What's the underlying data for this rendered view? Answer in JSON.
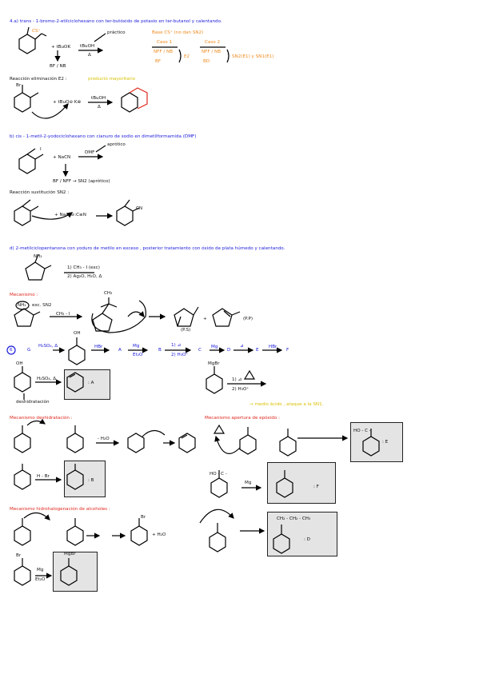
{
  "part_a": {
    "title": "4.a) trans - 1-bromo-2-etilciclohexano con ter-butóxido de potasio en ter-butanol y calentando.",
    "cs_label": "CS⁺",
    "reagent": "+ tBuOK",
    "arrow_reagent": "tBuOH",
    "arrow_delta": "Δ",
    "product_label": "práctico",
    "below_label": "BF / NB",
    "caso1": "Caso 1",
    "caso2": "Caso 2",
    "caso_header": "Base CS⁺ (no dan SN2)",
    "c1_top": "NFF / NB",
    "c1_bot": "BF",
    "c1_result": "E2",
    "c2_top": "NFF / NB",
    "c2_bot": "BD",
    "c2_result": "SN2(E1) y SN1(E1)",
    "mech_title": "Reacción eliminación E2 :",
    "mech_note": "producto mayoritario",
    "mech_br": "Br",
    "mech_reagent": "+ tBuO⊖ K⊕",
    "mech_arrow": "tBuOH",
    "mech_delta": "Δ"
  },
  "part_b": {
    "title": "b) cis - 1-metil-2-yodociclohexano con cianuro de sodio en dimetilformamida (DMF)",
    "iodo": "I",
    "reagent": "+ NaCN",
    "arrow_reagent": "DMF",
    "product_label": "aprótico",
    "below_label": "BF / NFF → SN2 (aprótico)",
    "mech_title": "Reacción sustitución SN2 :",
    "mech_reagent": "+ Na⊕ ⊖:C≡N",
    "mech_product": "CN"
  },
  "part_d": {
    "title": "d) 2-metilciclopentanona con yoduro de metilo en exceso , posterior tratamiento con óxido de plata húmedo y calentando.",
    "substituent": "NH₂",
    "step1": "1) CH₃ - I (exc)",
    "step2": "2) Ag₂O, H₂O, Δ",
    "mech_title": "Mecanismo :",
    "nh2_label": "NH₂",
    "methyl_label": "exc. SN2",
    "mech_reagent": "CH₃ - I",
    "product1_label": "(P.S)",
    "product2_label": "(P.P)",
    "ch3_label": "CH₃",
    "plus": "+"
  },
  "part_c": {
    "number": "6",
    "seq_A": "A",
    "seq_B": "B",
    "seq_C": "C",
    "seq_D": "D",
    "seq_E": "E",
    "seq_F": "F",
    "seq_G": "G",
    "r1": "H₂SO₄, Δ",
    "r2": "HBr",
    "r3": "Mg",
    "r3b": "Et₂O",
    "r4": "1) ⊿",
    "r4b": "2) H₃O⁺",
    "r5": "Mg",
    "r6": "⊿",
    "r7": "HBr",
    "oh_label": "OH",
    "dehydration_label": "deshidratación",
    "dehydration_reagent": "H₂SO₄, Δ",
    "result_A": ": A",
    "grignard_label": "MgBr",
    "grignard_r1": "1) ⊿",
    "grignard_r2": "2) H₃O⁺",
    "grignard_note": "→ medio ácido , ataque a la SN1.",
    "mech_dehyd_title": "Mecanismo deshidratación :",
    "mech_epox_title": "Mecanismo apertura de epóxido :",
    "h2o_loss": "- H₂O",
    "hbr": "H - Br",
    "result_B": ": B",
    "result_E": ": E",
    "result_F": ": F",
    "result_D": ": D",
    "mg_label": "Mg",
    "mech_halog_title": "Mecanismo hidrohalogenación de alcoholes :",
    "plus_h2o": "+ H₂O",
    "br_label": "Br",
    "mgbr_label": "MgBr",
    "mg2": "Mg",
    "et2o": "Et₂O",
    "ho_label": "HO - C - ",
    "oh_chain": "CH₂ - CH₂ - CH₃"
  }
}
